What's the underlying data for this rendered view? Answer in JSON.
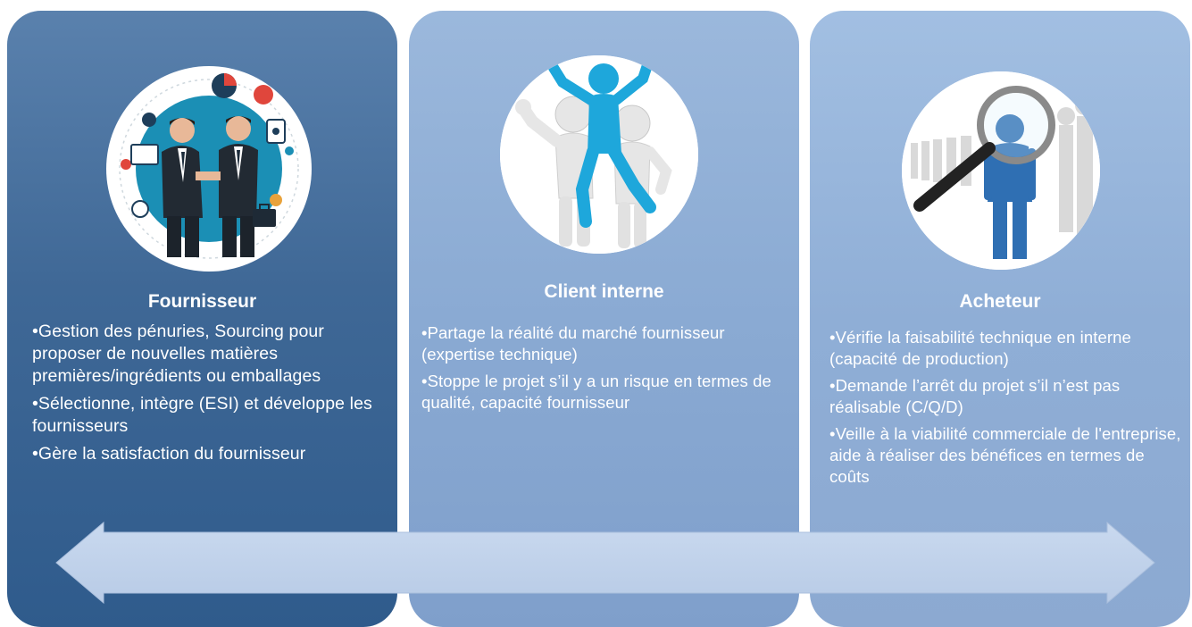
{
  "panels": [
    {
      "title": "Fournisseur",
      "icon": "handshake-businessmen-icon",
      "bullets": [
        "•Gestion des pénuries, Sourcing pour proposer de nouvelles matières premières/ingrédients ou emballages",
        "•Sélectionne, intègre (ESI) et développe les fournisseurs",
        "•Gère la satisfaction du fournisseur"
      ]
    },
    {
      "title": "Client interne",
      "icon": "team-lifting-figure-icon",
      "bullets": [
        "•Partage la réalité du marché fournisseur (expertise technique)",
        "•Stoppe le projet s’il y a un risque en termes de qualité, capacité fournisseur"
      ]
    },
    {
      "title": "Acheteur",
      "icon": "magnifier-selection-icon",
      "bullets": [
        "•Vérifie la faisabilité technique en interne (capacité de production)",
        "•Demande l’arrêt du projet s’il n’est pas réalisable (C/Q/D)",
        "•Veille à la viabilité commerciale de l'entreprise, aide à réaliser des bénéfices en termes de coûts"
      ]
    }
  ],
  "colors": {
    "panel_dark": "#2f5b8c",
    "panel_light": "#8faed6",
    "arrow": "#c3d4ec",
    "figure_blue": "#1ea7db"
  }
}
